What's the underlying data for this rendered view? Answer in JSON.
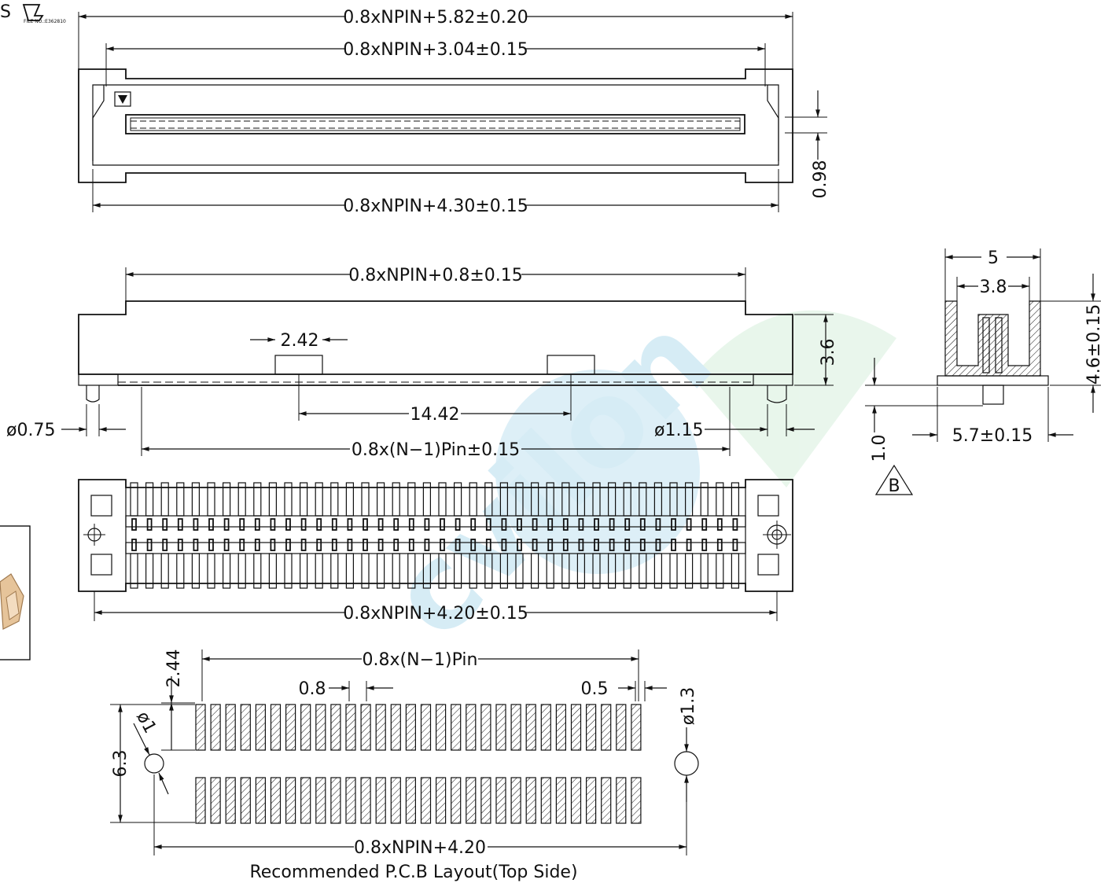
{
  "cert": {
    "logo_text": "ʳU",
    "prefix": "S",
    "file_no": "FILE NO.:E362810"
  },
  "top_view": {
    "dim_overall": "0.8xNPIN+5.82±0.20",
    "dim_inner": "0.8xNPIN+3.04±0.15",
    "dim_base": "0.8xNPIN+4.30±0.15",
    "dim_slot": "0.98"
  },
  "side_view": {
    "dim_body": "0.8xNPIN+0.8±0.15",
    "dim_post": "2.42",
    "dim_height": "3.6",
    "dim_post_pitch": "14.42",
    "dim_peg_small": "ø0.75",
    "dim_peg_large": "ø1.15",
    "dim_pin_span": "0.8x(N−1)Pin±0.15"
  },
  "section": {
    "dim_width": "5",
    "dim_inner": "3.8",
    "dim_height": "4.6±0.15",
    "dim_foot": "1.0",
    "dim_base": "5.7±0.15",
    "datum": "B"
  },
  "bottom_view": {
    "dim_overall": "0.8xNPIN+4.20±0.15"
  },
  "pcb_layout": {
    "dim_pad_span": "0.8x(N−1)Pin",
    "dim_pad_len": "2.44",
    "dim_pitch": "0.8",
    "dim_pad_width": "0.5",
    "dim_hole_large": "ø1.3",
    "dim_hole_small": "ø1",
    "dim_row_span": "6.3",
    "dim_overall": "0.8xNPIN+4.20",
    "caption": "Recommended P.C.B Layout(Top Side)"
  },
  "watermark": {
    "text": "cvilon"
  }
}
